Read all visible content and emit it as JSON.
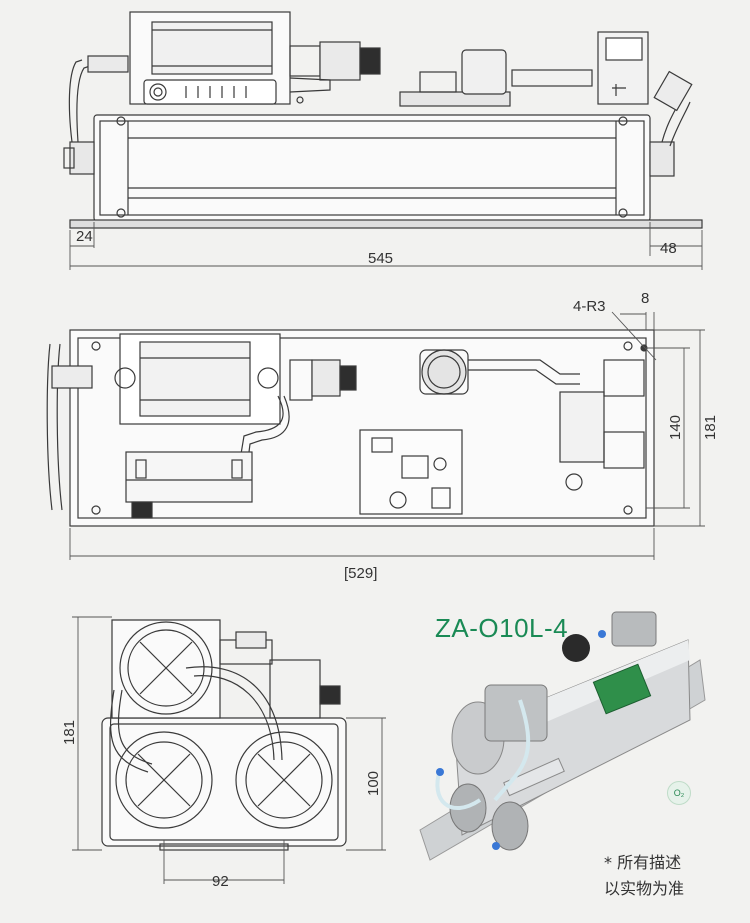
{
  "model_name": "ZA-O10L-4",
  "note_lines": [
    "* 所有描述",
    "以实物为准"
  ],
  "o2_badge": "O₂",
  "dimensions": {
    "front_left_offset": "24",
    "front_right_offset": "48",
    "front_total_length": "545",
    "top_corner_radius": "4-R3",
    "top_hole_margin": "8",
    "top_hole_spacing": "140",
    "top_total_width": "181",
    "top_reference_length": "[529]",
    "side_total_height": "181",
    "side_body_height": "100",
    "side_hole_spacing": "92"
  },
  "colors": {
    "line": "#3a3a3a",
    "dim_line": "#555555",
    "accent_green": "#1a8a55",
    "background": "#f2f2f0"
  }
}
